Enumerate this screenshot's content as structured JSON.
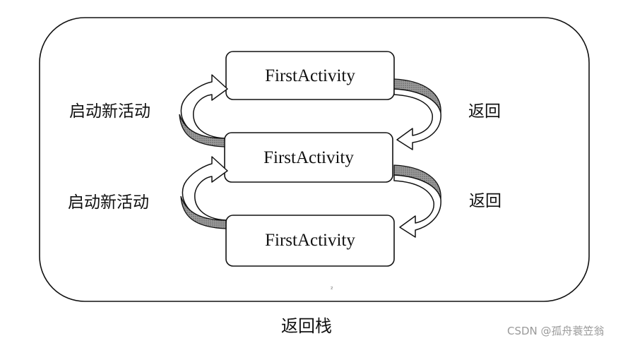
{
  "diagram": {
    "activities": [
      {
        "label": "FirstActivity"
      },
      {
        "label": "FirstActivity"
      },
      {
        "label": "FirstActivity"
      }
    ],
    "start_labels": [
      "启动新活动",
      "启动新活动"
    ],
    "back_labels": [
      "返回",
      "返回"
    ],
    "caption": "返回栈",
    "small_mark": "²",
    "watermark": "CSDN @孤舟蓑笠翁"
  },
  "colors": {
    "stroke": "#111111",
    "arrow_shade": "#8f8f8f",
    "watermark": "#9a9a9a"
  }
}
